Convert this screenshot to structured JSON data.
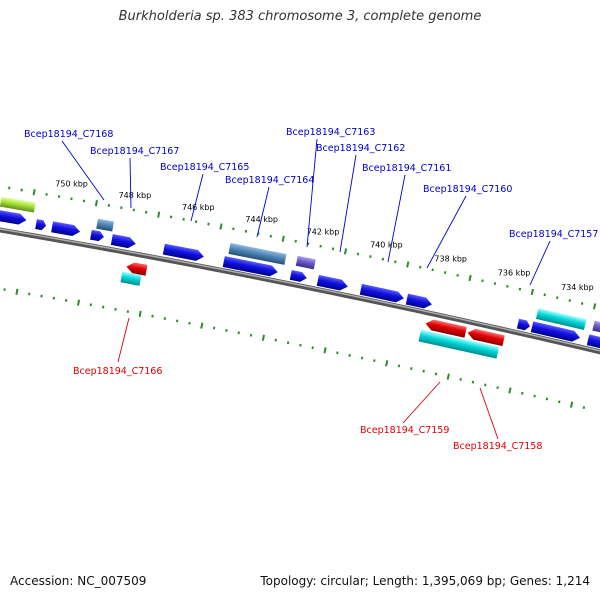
{
  "title": "Burkholderia sp. 383 chromosome 3, complete genome",
  "footer": {
    "accession": "Accession: NC_007509",
    "summary": "Topology: circular; Length: 1,395,069 bp; Genes: 1,214"
  },
  "colors": {
    "backbone": "#777777",
    "tick": "#2e8b2e",
    "forward_label": "#0000cc",
    "reverse_label": "#dd0000",
    "forward_gene": "#1010e0",
    "reverse_gene": "#e00000",
    "cyan_gene": "#00cccc",
    "steel_gene": "#4f86b8",
    "purple_gene": "#6a5acd",
    "green_gene": "#99dd33"
  },
  "ticks": [
    {
      "label": "750 kbp"
    },
    {
      "label": "748 kbp"
    },
    {
      "label": "746 kbp"
    },
    {
      "label": "744 kbp"
    },
    {
      "label": "742 kbp"
    },
    {
      "label": "740 kbp"
    },
    {
      "label": "738 kbp"
    },
    {
      "label": "736 kbp"
    },
    {
      "label": "734 kbp"
    }
  ],
  "forward_labels": [
    "Bcep18194_C7168",
    "Bcep18194_C7167",
    "Bcep18194_C7165",
    "Bcep18194_C7164",
    "Bcep18194_C7163",
    "Bcep18194_C7162",
    "Bcep18194_C7161",
    "Bcep18194_C7160",
    "Bcep18194_C7157"
  ],
  "reverse_labels": [
    "Bcep18194_C7166",
    "Bcep18194_C7159",
    "Bcep18194_C7158"
  ]
}
